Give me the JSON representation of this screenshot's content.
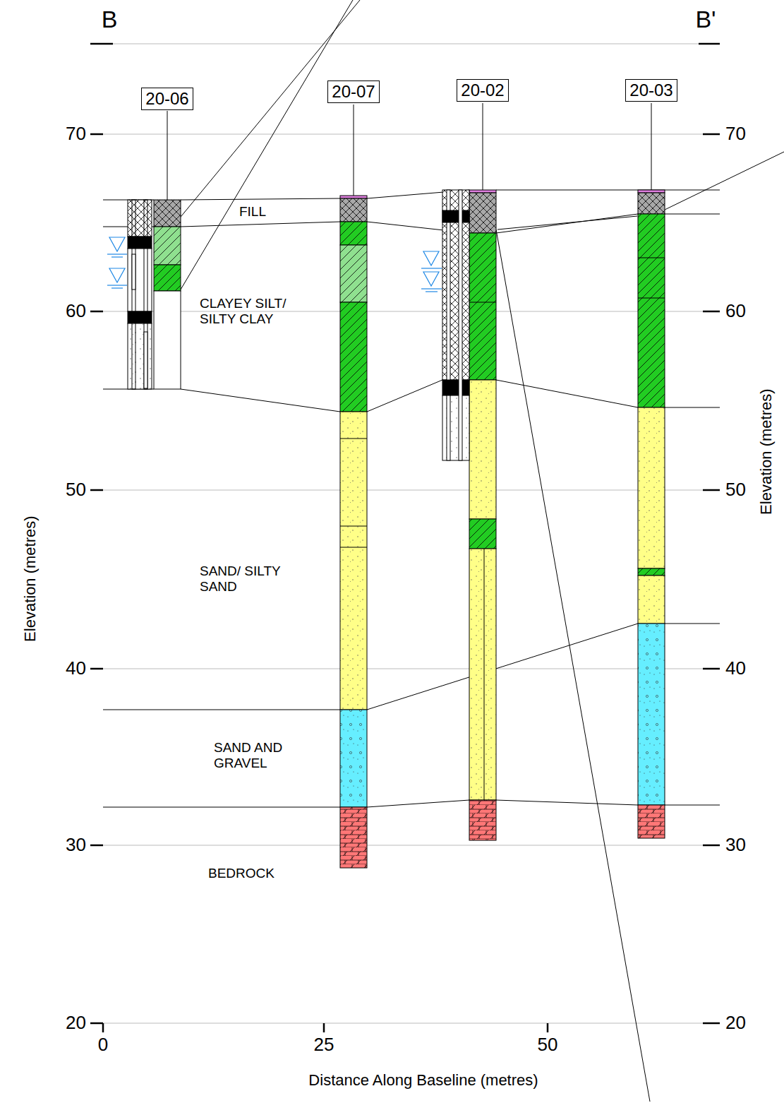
{
  "diagram": {
    "nodes": [
      {
        "text": [
          "20-06"
        ]
      },
      {
        "text": [
          "20-07"
        ]
      },
      {
        "text": [
          "20-02"
        ]
      },
      {
        "text": [
          "20-03"
        ]
      }
    ],
    "labels": [
      "B",
      "B'",
      "70",
      "60",
      "50",
      "40",
      "30",
      "20",
      "70",
      "60",
      "50",
      "40",
      "30",
      "20",
      "0",
      "25",
      "50",
      "Elevation (metres)",
      "Elevation (metres)",
      "Distance Along Baseline (metres)",
      "FILL",
      "CLAYEY SILT/ SILTY CLAY",
      "SAND/ SILTY SAND",
      "SAND AND GRAVEL",
      "BEDROCK"
    ]
  }
}
